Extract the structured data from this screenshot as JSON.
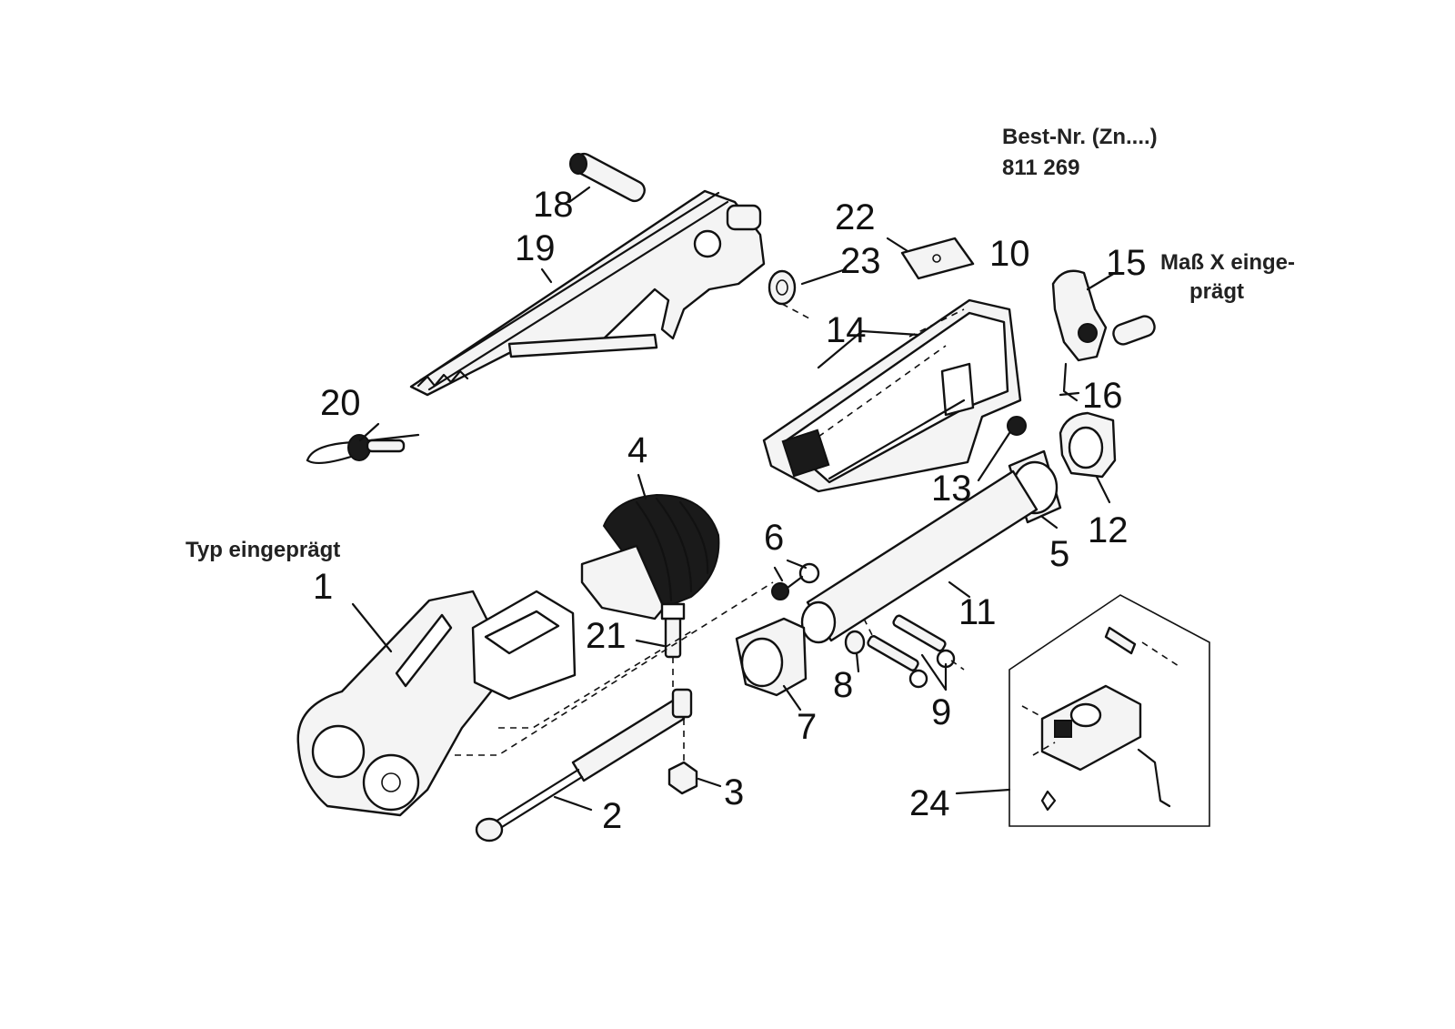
{
  "header": {
    "order_label": "Best-Nr. (Zn....)",
    "order_number": "811 269"
  },
  "annotations": {
    "type_stamp": "Typ eingeprägt",
    "dimension_stamp_line1": "Maß X einge-",
    "dimension_stamp_line2": "prägt"
  },
  "callouts": [
    "1",
    "2",
    "3",
    "4",
    "5",
    "6",
    "7",
    "8",
    "9",
    "10",
    "11",
    "12",
    "13",
    "14",
    "15",
    "16",
    "18",
    "19",
    "20",
    "21",
    "22",
    "23",
    "24"
  ]
}
